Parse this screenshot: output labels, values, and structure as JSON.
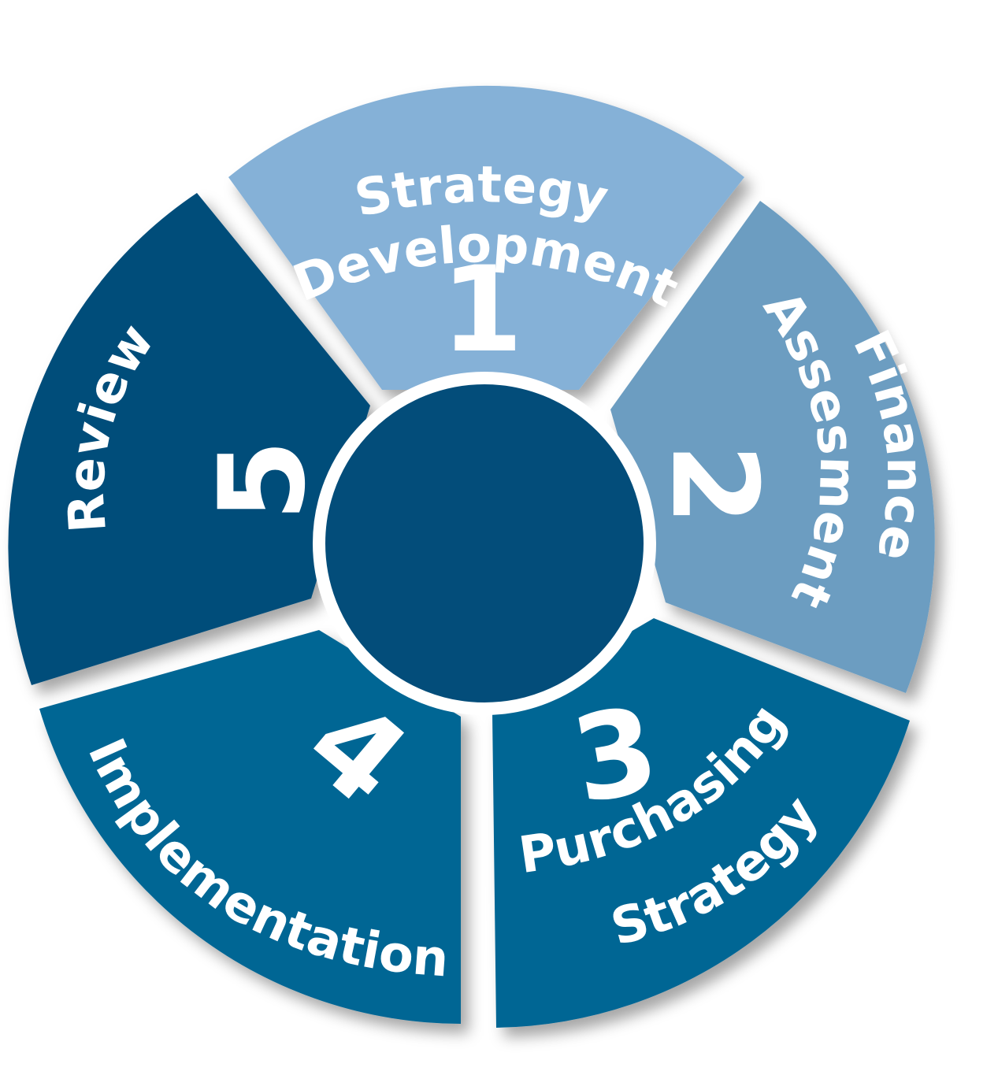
{
  "stages": [
    {
      "number": "1",
      "label_lines": [
        "Strategy",
        "Development"
      ],
      "color": "#85b1d7"
    },
    {
      "number": "2",
      "label_lines": [
        "Finance",
        "Assesment"
      ],
      "color": "#6c9dc1"
    },
    {
      "number": "3",
      "label_lines": [
        "Purchasing",
        "Strategy"
      ],
      "color": "#016694"
    },
    {
      "number": "4",
      "label_lines": [
        "Implementation"
      ],
      "color": "#016694"
    },
    {
      "number": "5",
      "label_lines": [
        "Review"
      ],
      "color": "#034d7a"
    }
  ],
  "hub": {
    "fill": "#034d7a",
    "ring": "#ffffff"
  }
}
